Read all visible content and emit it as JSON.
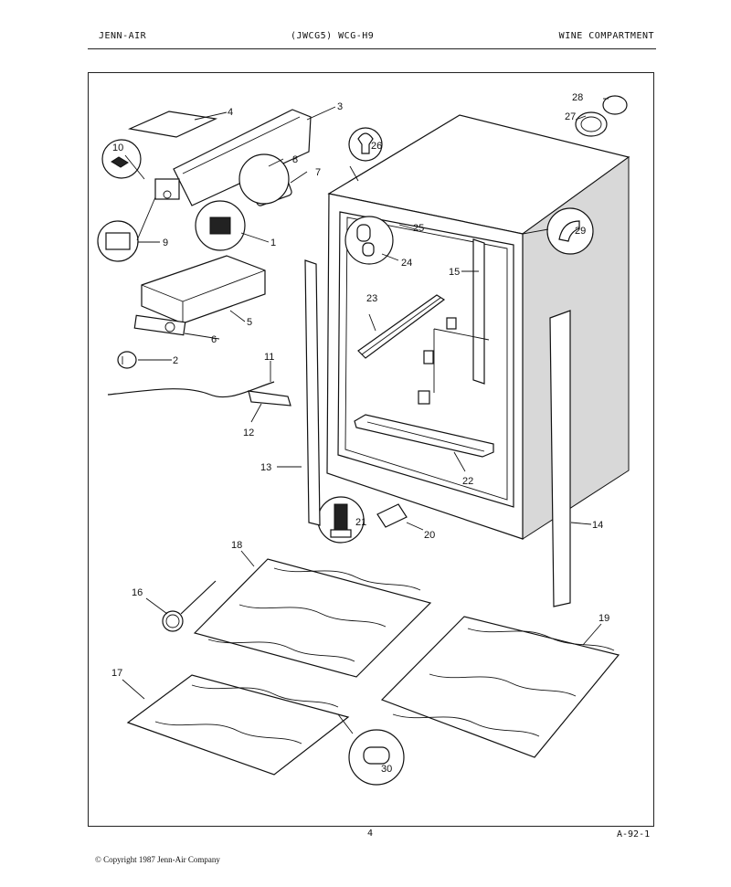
{
  "header": {
    "left": "JENN-AIR",
    "middle": "(JWCG5) WCG-H9",
    "right": "WINE COMPARTMENT"
  },
  "footer": {
    "page_number": "4",
    "code": "A-92-1",
    "copyright": "© Copyright 1987 Jenn-Air Company"
  },
  "callouts": [
    "1",
    "2",
    "3",
    "4",
    "5",
    "6",
    "7",
    "8",
    "9",
    "10",
    "11",
    "12",
    "13",
    "14",
    "15",
    "16",
    "17",
    "18",
    "19",
    "20",
    "21",
    "22",
    "23",
    "24",
    "25",
    "26",
    "27",
    "28",
    "29",
    "30"
  ]
}
